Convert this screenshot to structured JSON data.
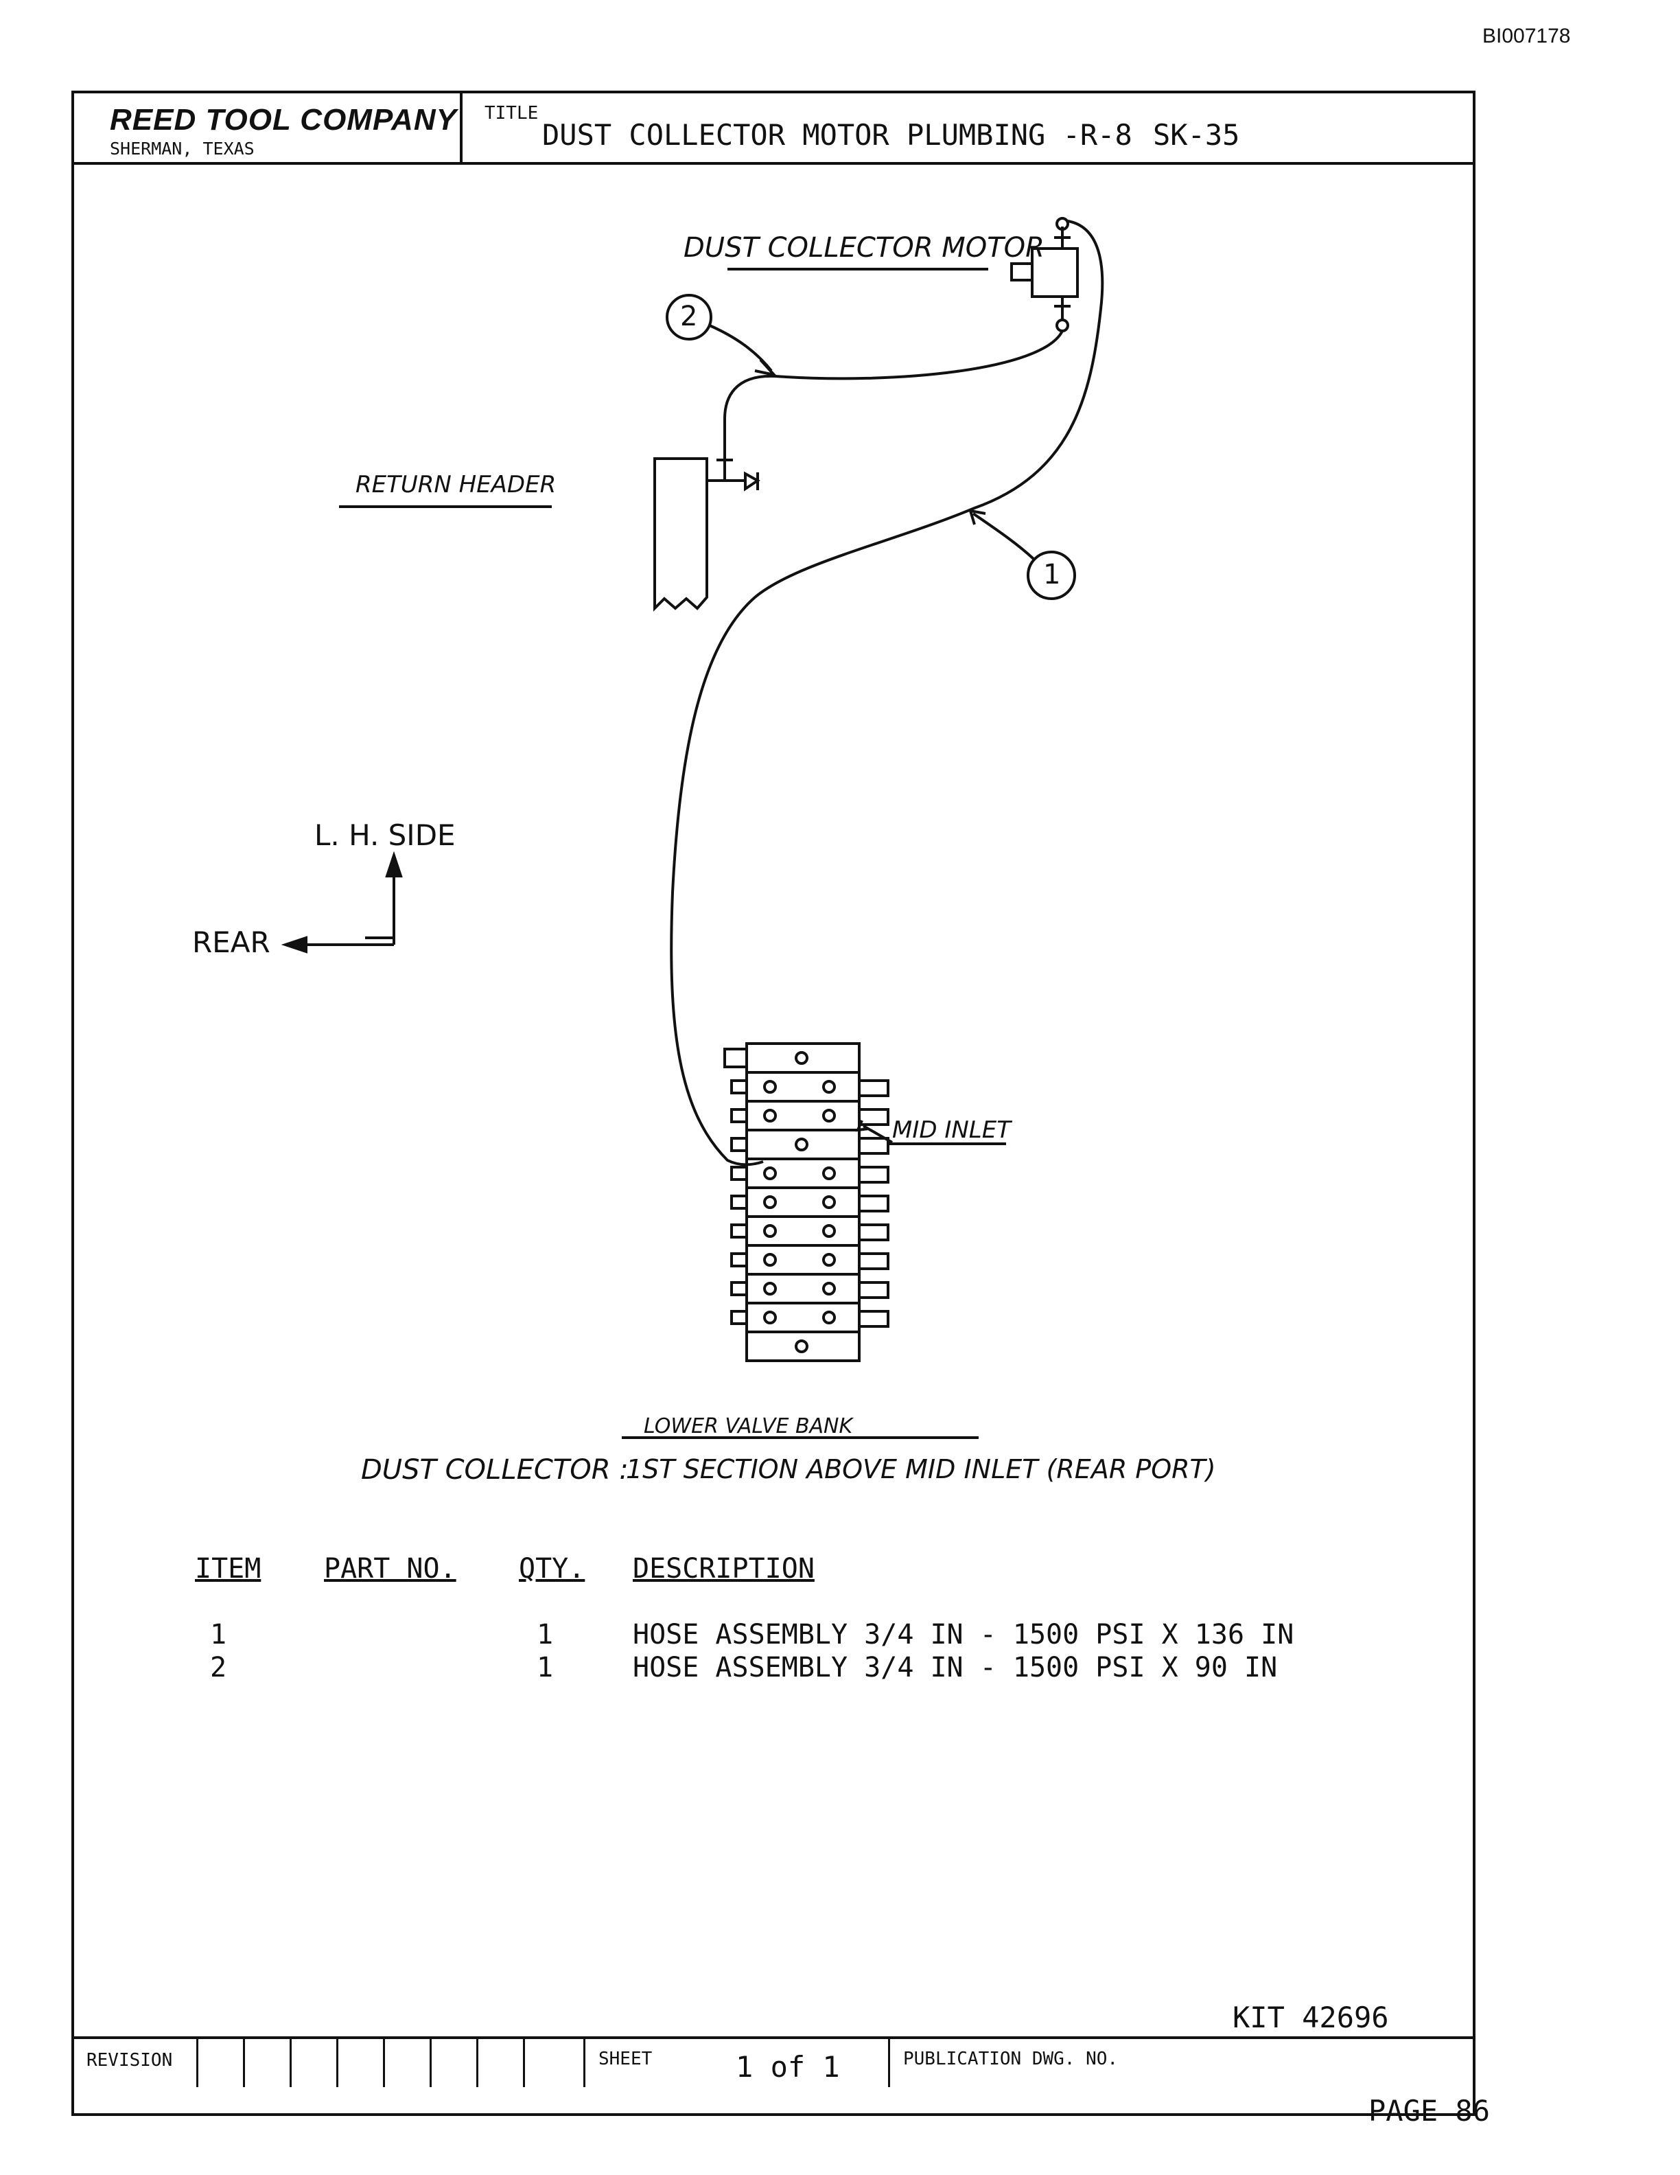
{
  "doc_id": "BI007178",
  "header": {
    "company": "REED TOOL COMPANY",
    "location": "SHERMAN, TEXAS",
    "title_label": "TITLE",
    "title": "DUST COLLECTOR MOTOR PLUMBING -R-8",
    "sketch_no": "SK-35"
  },
  "diagram": {
    "motor_label": "DUST COLLECTOR MOTOR",
    "return_header_label": "RETURN HEADER",
    "orientation": {
      "up_label": "L. H. SIDE",
      "left_label": "REAR"
    },
    "mid_inlet_label": "MID INLET",
    "lower_valve_bank_label": "LOWER VALVE BANK",
    "note_prefix": "DUST COLLECTOR :",
    "note_text": "1ST SECTION ABOVE MID INLET (REAR PORT)",
    "callouts": [
      "1",
      "2"
    ]
  },
  "parts_table": {
    "headers": [
      "ITEM",
      "PART NO.",
      "QTY.",
      "DESCRIPTION"
    ],
    "rows": [
      {
        "item": "1",
        "part_no": "",
        "qty": "1",
        "description": "HOSE ASSEMBLY 3/4 IN - 1500 PSI X 136 IN"
      },
      {
        "item": "2",
        "part_no": "",
        "qty": "1",
        "description": "HOSE ASSEMBLY 3/4 IN - 1500 PSI X 90 IN"
      }
    ]
  },
  "kit": "KIT   42696",
  "footer": {
    "revision_label": "REVISION",
    "sheet_label": "SHEET",
    "sheet_value": "1 of 1",
    "publication_label": "PUBLICATION DWG. NO.",
    "page": "PAGE 86"
  }
}
